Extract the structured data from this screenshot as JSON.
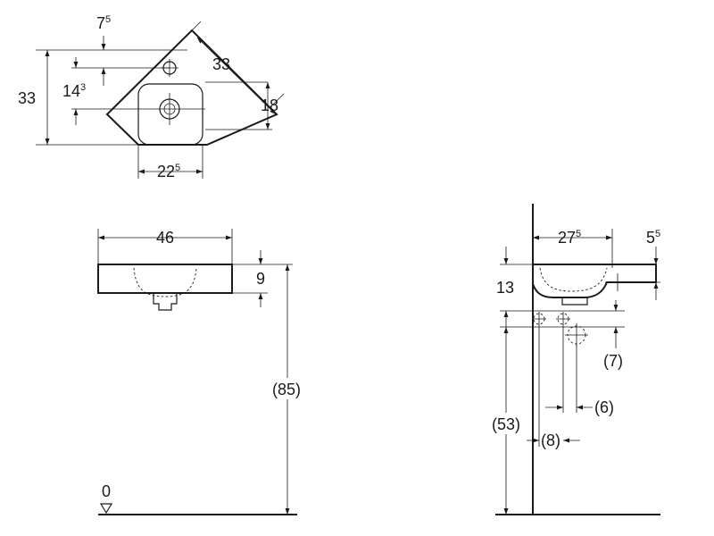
{
  "top_view": {
    "dim_7_5": {
      "main": "7",
      "sup": "5"
    },
    "dim_14_3": {
      "main": "14",
      "sup": "3"
    },
    "dim_33_left": {
      "main": "33",
      "sup": ""
    },
    "dim_33_diag": {
      "main": "33",
      "sup": ""
    },
    "dim_18": {
      "main": "18",
      "sup": ""
    },
    "dim_22_5": {
      "main": "22",
      "sup": "5"
    }
  },
  "front_view": {
    "dim_46": {
      "main": "46",
      "sup": ""
    },
    "dim_9": {
      "main": "9",
      "sup": ""
    },
    "dim_85": {
      "main": "(85)",
      "sup": ""
    },
    "floor_label": {
      "main": "0",
      "sup": ""
    }
  },
  "side_view": {
    "dim_27_5": {
      "main": "27",
      "sup": "5"
    },
    "dim_5_5": {
      "main": "5",
      "sup": "5"
    },
    "dim_13": {
      "main": "13",
      "sup": ""
    },
    "dim_7": {
      "main": "(7)",
      "sup": ""
    },
    "dim_6": {
      "main": "(6)",
      "sup": ""
    },
    "dim_53": {
      "main": "(53)",
      "sup": ""
    },
    "dim_8": {
      "main": "(8)",
      "sup": ""
    }
  }
}
